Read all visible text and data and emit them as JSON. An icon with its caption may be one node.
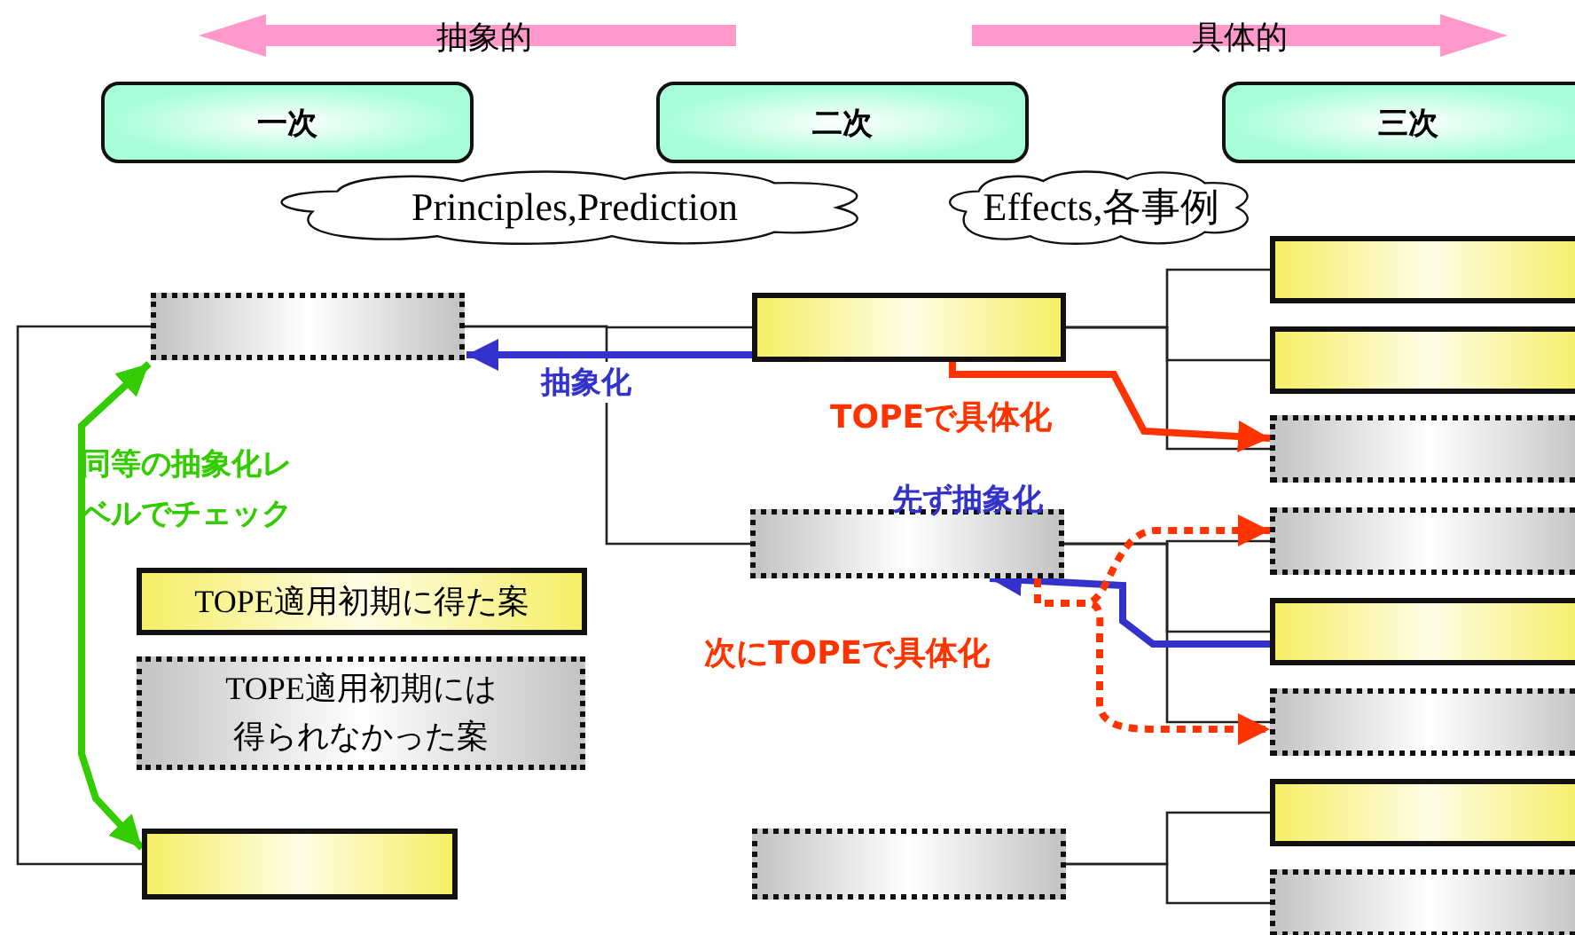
{
  "diagram": {
    "nodes": [
      {
        "text": [
          "一次"
        ]
      },
      {
        "text": [
          "二次"
        ]
      },
      {
        "text": [
          "三次"
        ]
      },
      {
        "text": [
          "Principles,Prediction"
        ]
      },
      {
        "text": [
          "Effects,各事例"
        ]
      },
      {
        "text": [],
        "shape": "box"
      },
      {
        "text": [],
        "shape": "box"
      },
      {
        "text": [],
        "shape": "box"
      },
      {
        "text": [],
        "shape": "box"
      },
      {
        "text": [],
        "shape": "box"
      },
      {
        "text": [],
        "shape": "box"
      },
      {
        "text": [],
        "shape": "box"
      },
      {
        "text": [],
        "shape": "box"
      },
      {
        "text": [],
        "shape": "box"
      },
      {
        "text": [],
        "shape": "box"
      },
      {
        "text": [],
        "shape": "box"
      },
      {
        "text": [],
        "shape": "box"
      },
      {
        "text": [],
        "shape": "box"
      },
      {
        "text": [
          "TOPE適用初期に得た案"
        ]
      },
      {
        "text": [
          "TOPE適用初期には得られなかった案"
        ]
      }
    ],
    "edges": [
      {
        "from": 5,
        "to": 6,
        "arrow": "none"
      },
      {
        "from": 5,
        "to": 7,
        "arrow": "none"
      },
      {
        "from": 5,
        "to": 8,
        "arrow": "none"
      },
      {
        "from": 7,
        "to": 10,
        "arrow": "none"
      },
      {
        "from": 7,
        "to": 11,
        "arrow": "none"
      },
      {
        "from": 7,
        "to": 12,
        "arrow": "none"
      },
      {
        "from": 8,
        "to": 13,
        "arrow": "none"
      },
      {
        "from": 8,
        "to": 14,
        "arrow": "none"
      },
      {
        "from": 8,
        "to": 15,
        "arrow": "none"
      },
      {
        "from": 9,
        "to": 16,
        "arrow": "none"
      },
      {
        "from": 9,
        "to": 17,
        "arrow": "none"
      },
      {
        "from": 5,
        "to": 6,
        "arrow": "both",
        "style": "thick",
        "color": "#33cc00",
        "label": "同等の抽象化レベルでチェック"
      },
      {
        "from": 7,
        "to": 5,
        "arrow": "to",
        "style": "thick",
        "color": "#3333cc",
        "label": "抽象化"
      },
      {
        "from": 7,
        "to": 12,
        "arrow": "to",
        "style": "thick",
        "color": "#ff3300",
        "label": "TOPEで具体化"
      },
      {
        "from": 14,
        "to": 8,
        "arrow": "to",
        "style": "thick",
        "color": "#3333cc",
        "label": "先ず抽象化"
      },
      {
        "from": 8,
        "to": 13,
        "arrow": "to",
        "style": "dashed",
        "color": "#ff3300",
        "label": "次にTOPEで具体化"
      },
      {
        "from": 8,
        "to": 15,
        "arrow": "to",
        "style": "dashed",
        "color": "#ff3300"
      }
    ],
    "labels": [
      "抽象的",
      "具体的"
    ]
  }
}
